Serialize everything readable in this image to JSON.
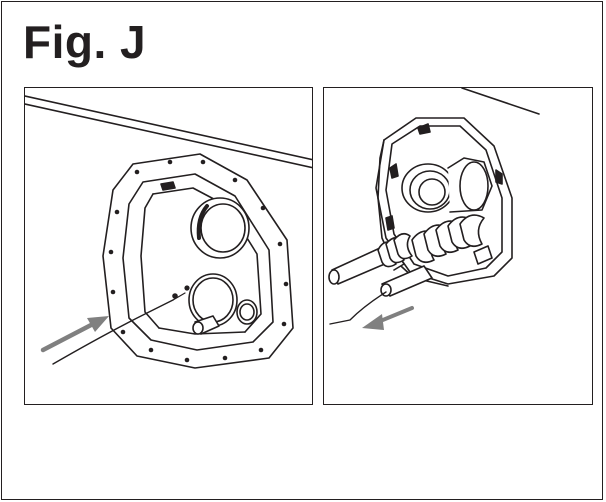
{
  "figure": {
    "title": "Fig. J"
  },
  "panels": [
    {
      "id": "left",
      "subject": "fitting-plate-with-wire-inserted"
    },
    {
      "id": "right",
      "subject": "fitting-with-pipes-wire-pulled-out"
    }
  ],
  "colors": {
    "line": "#231f20",
    "arrow": "#808080",
    "background": "#ffffff"
  },
  "icons": [
    "insert-arrow-icon",
    "pull-arrow-icon"
  ]
}
